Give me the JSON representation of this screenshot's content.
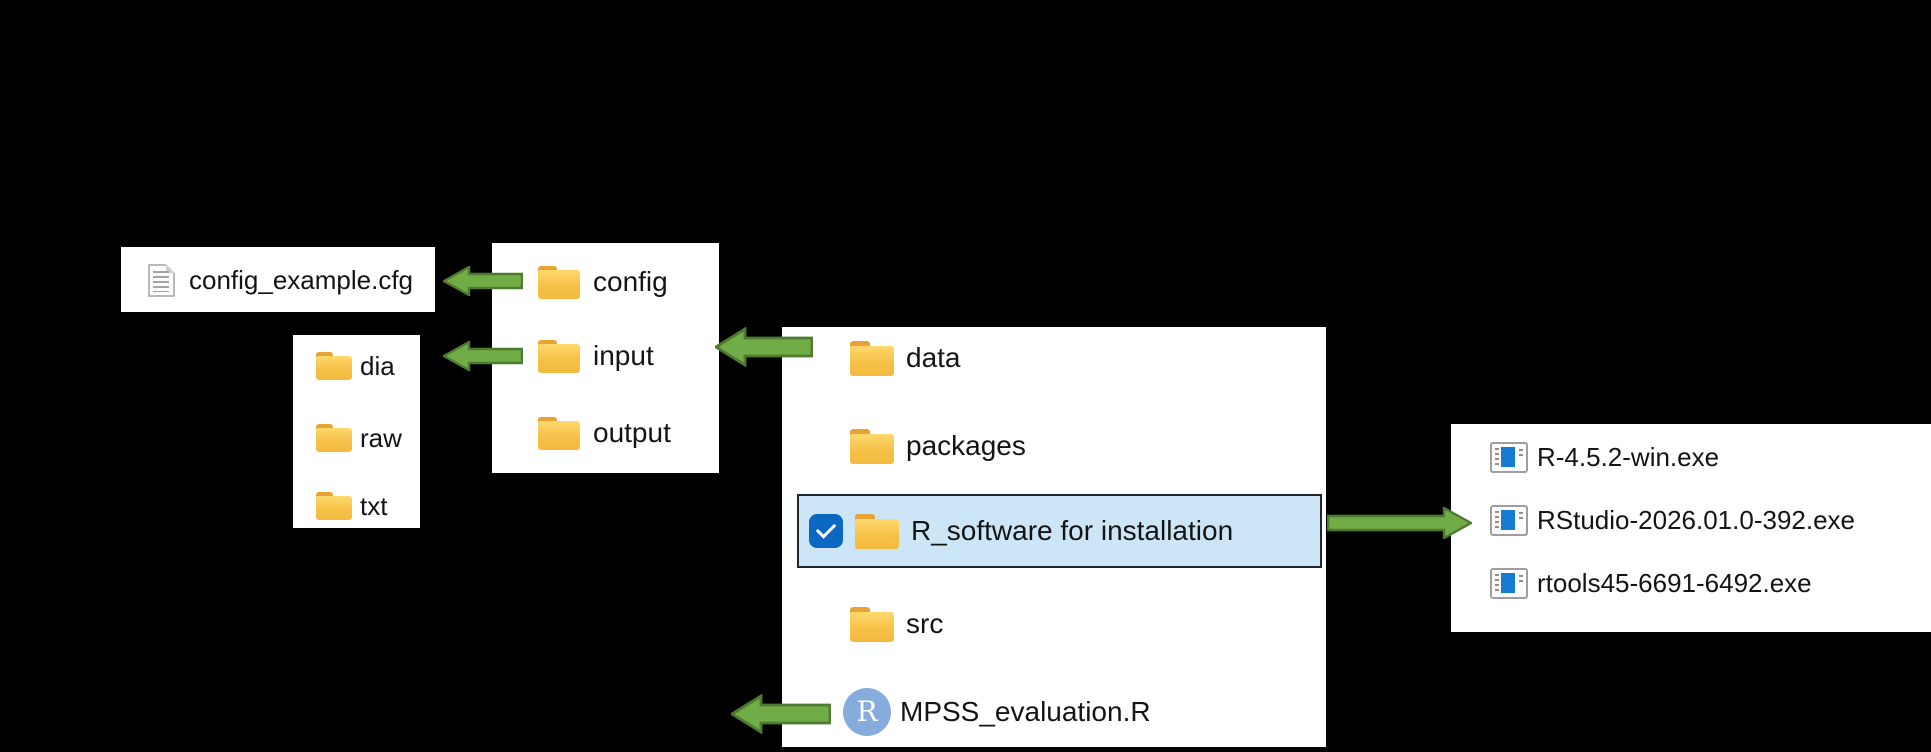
{
  "colors": {
    "background": "#000000",
    "panel_bg": "#ffffff",
    "arrow_fill": "#71ad47",
    "arrow_border": "#4f7b31",
    "selection_bg": "#cde6f7",
    "selection_border": "#20262e",
    "checkbox_blue": "#0b67c2",
    "folder_tab": "#e9a233",
    "folder_body": "#f6c148",
    "r_script_icon_blue": "#85acdd",
    "installer_icon_blue": "#1679d2",
    "text": "#141414"
  },
  "panels": {
    "config_file": {
      "items": [
        {
          "icon": "text-document",
          "label": "config_example.cfg"
        }
      ]
    },
    "input_children": {
      "items": [
        {
          "icon": "folder",
          "label": "dia"
        },
        {
          "icon": "folder",
          "label": "raw"
        },
        {
          "icon": "folder",
          "label": "txt"
        }
      ]
    },
    "root_folders": {
      "items": [
        {
          "icon": "folder",
          "label": "config"
        },
        {
          "icon": "folder",
          "label": "input"
        },
        {
          "icon": "folder",
          "label": "output"
        }
      ]
    },
    "project_root": {
      "items": [
        {
          "icon": "folder",
          "label": "data",
          "selected": false
        },
        {
          "icon": "folder",
          "label": "packages",
          "selected": false
        },
        {
          "icon": "folder",
          "label": "R_software for installation",
          "selected": true,
          "checkbox_checked": true
        },
        {
          "icon": "folder",
          "label": "src",
          "selected": false
        },
        {
          "icon": "r-script",
          "label": "MPSS_evaluation.R",
          "selected": false
        }
      ]
    },
    "installers": {
      "items": [
        {
          "icon": "installer-exe",
          "label": "R-4.5.2-win.exe"
        },
        {
          "icon": "installer-exe",
          "label": "RStudio-2026.01.0-392.exe"
        },
        {
          "icon": "installer-exe",
          "label": "rtools45-6691-6492.exe"
        }
      ]
    }
  },
  "icons": {
    "r_script_letter": "R"
  }
}
